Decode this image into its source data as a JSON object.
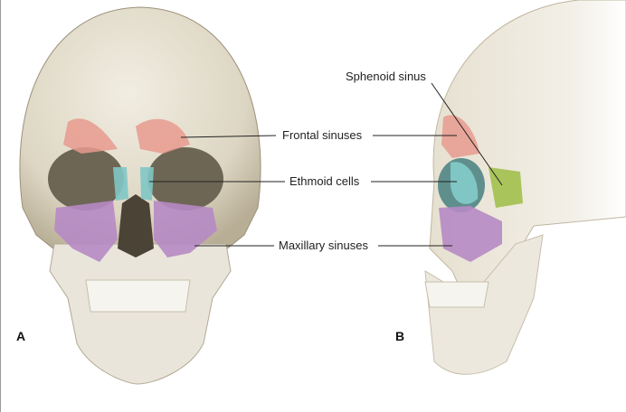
{
  "labels": {
    "sphenoid": "Sphenoid sinus",
    "frontal": "Frontal sinuses",
    "ethmoid": "Ethmoid cells",
    "maxillary": "Maxillary sinuses"
  },
  "panels": {
    "a": "A",
    "b": "B"
  },
  "colors": {
    "bone": "#e3ddcc",
    "bone_shadow": "#b9b09a",
    "frontal": "#e89a8e",
    "ethmoid": "#7fc6c4",
    "maxillary": "#b68ac4",
    "sphenoid": "#a9c45a"
  }
}
